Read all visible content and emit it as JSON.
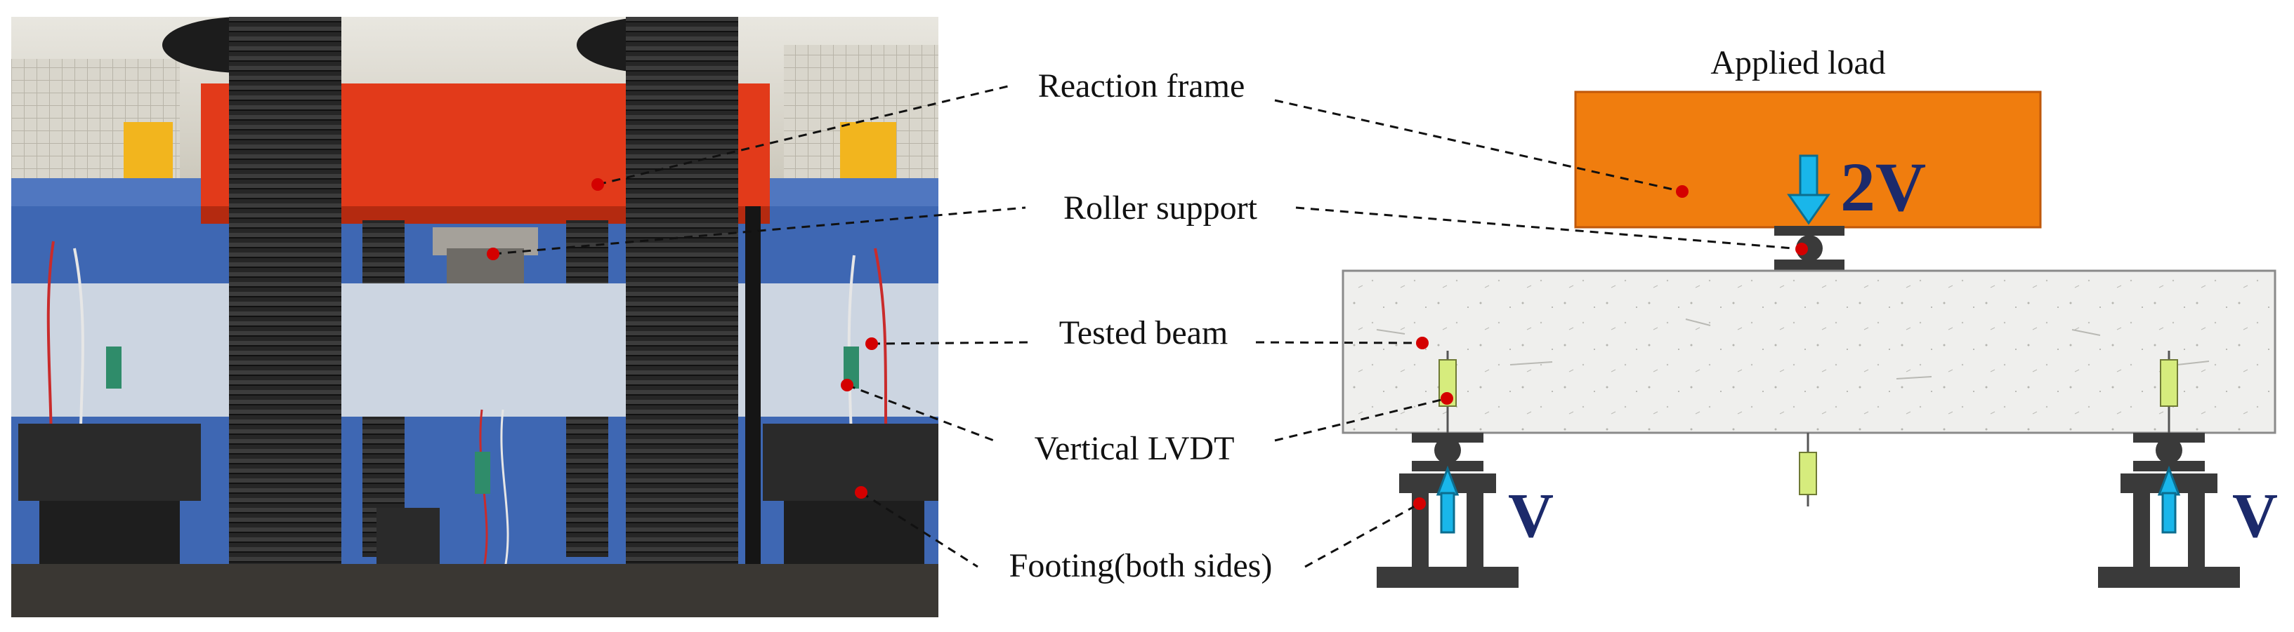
{
  "labels": {
    "applied_load": "Applied load",
    "reaction_frame": "Reaction frame",
    "roller_support": "Roller support",
    "tested_beam": "Tested beam",
    "vertical_lvdt": "Vertical LVDT",
    "footing": "Footing(both sides)",
    "load_center": "2V",
    "reaction_left": "V",
    "reaction_right": "V"
  },
  "colors": {
    "frame": "#f07d0e",
    "frame_stroke": "#c0580a",
    "beam": "#eeeeec",
    "support": "#3a3a3a",
    "arrow": "#19b6ea",
    "lvdt": "#d6ec7d",
    "marker": "#d40000",
    "force_text": "#1c2a6b",
    "leader": "#111111"
  },
  "icons": [
    "load-arrow-icon",
    "reaction-arrow-icon",
    "roller-icon",
    "lvdt-icon"
  ]
}
